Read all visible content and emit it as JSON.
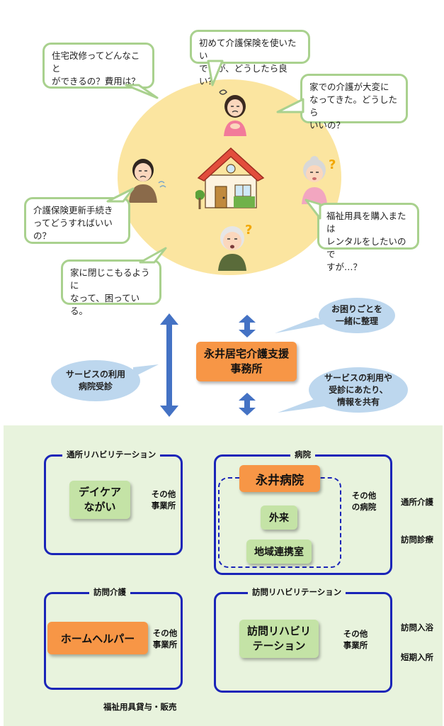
{
  "concerns": {
    "housing": "住宅改修ってどんなこと\nができるの？費用は？",
    "first_time": "初めて介護保険を使いたい\nですが、どうしたら良い？",
    "home_care": "家での介護が大変に\nなってきた。どうしたら\nいいの？",
    "renewal": "介護保険更新手続き\nってどうすればいいの？",
    "equipment": "福祉用具を購入または\nレンタルをしたいので\nすが…？",
    "withdrawn": "家に閉じこもるように\nなって、困っている。"
  },
  "center": {
    "office_name": "永井居宅介護支援\n事務所",
    "note_top": "お困りごとを\n一緒に整理",
    "note_right": "サービスの利用や\n受診にあたり、\n情報を共有",
    "note_left": "サービスの利用\n病院受診"
  },
  "services": {
    "day_rehab": {
      "title": "通所リハビリテーション",
      "main": "デイケア\nながい",
      "other": "その他\n事業所"
    },
    "hospital": {
      "title": "病院",
      "main": "永井病院",
      "outpatient": "外来",
      "community": "地域連携室",
      "other": "その他\nの病院"
    },
    "home_care": {
      "title": "訪問介護",
      "main": "ホームヘルパー",
      "other": "その他\n事業所"
    },
    "home_rehab": {
      "title": "訪問リハビリテーション",
      "main": "訪問リハビリ\nテーション",
      "other": "その他\n事業所"
    },
    "side_labels": [
      "通所介護",
      "訪問診療",
      "訪問入浴",
      "短期入所"
    ],
    "footer": "福祉用具貸与・販売"
  },
  "colors": {
    "circle": "#fbe5a0",
    "bubble_border": "#a9d18e",
    "orange": "#f79646",
    "green_box": "#c4e3a6",
    "panel_bg": "#e8f3dd",
    "frame_blue": "#1a24b8",
    "arrow_blue": "#4472c4",
    "info_bubble": "#bdd7ee"
  }
}
